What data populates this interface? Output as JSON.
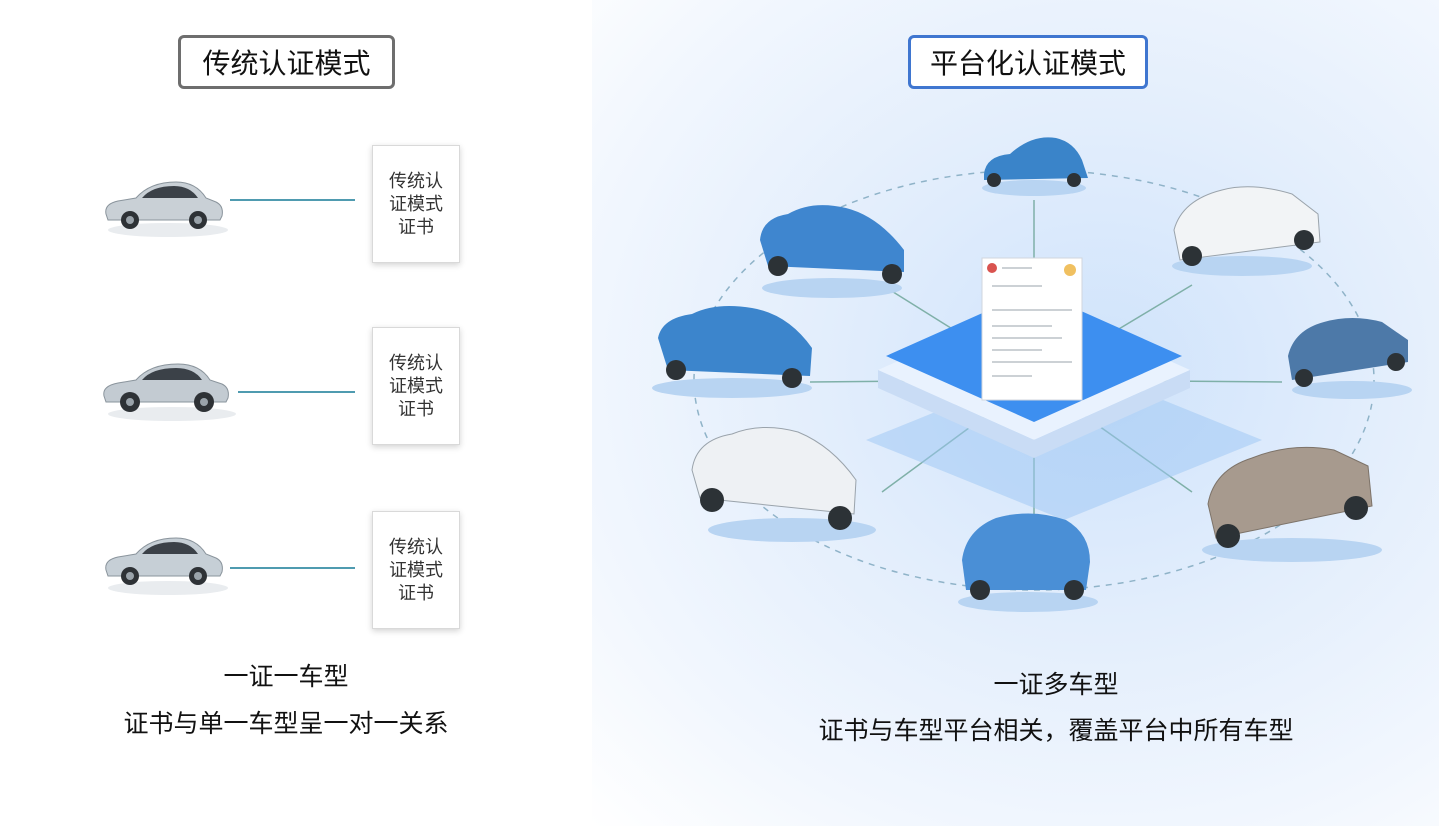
{
  "left": {
    "title": "传统认证模式",
    "certificates": [
      "传统认证模式证书",
      "传统认证模式证书",
      "传统认证模式证书"
    ],
    "caption_main": "一证一车型",
    "caption_sub": "证书与单一车型呈一对一关系"
  },
  "right": {
    "title": "平台化认证模式",
    "caption_main": "一证多车型",
    "caption_sub": "证书与车型平台相关，覆盖平台中所有车型"
  },
  "colors": {
    "left_border": "#6e6e6e",
    "right_border": "#3f76d0",
    "connector": "#4f9bb0",
    "platform_blue": "#3d8ff0"
  }
}
